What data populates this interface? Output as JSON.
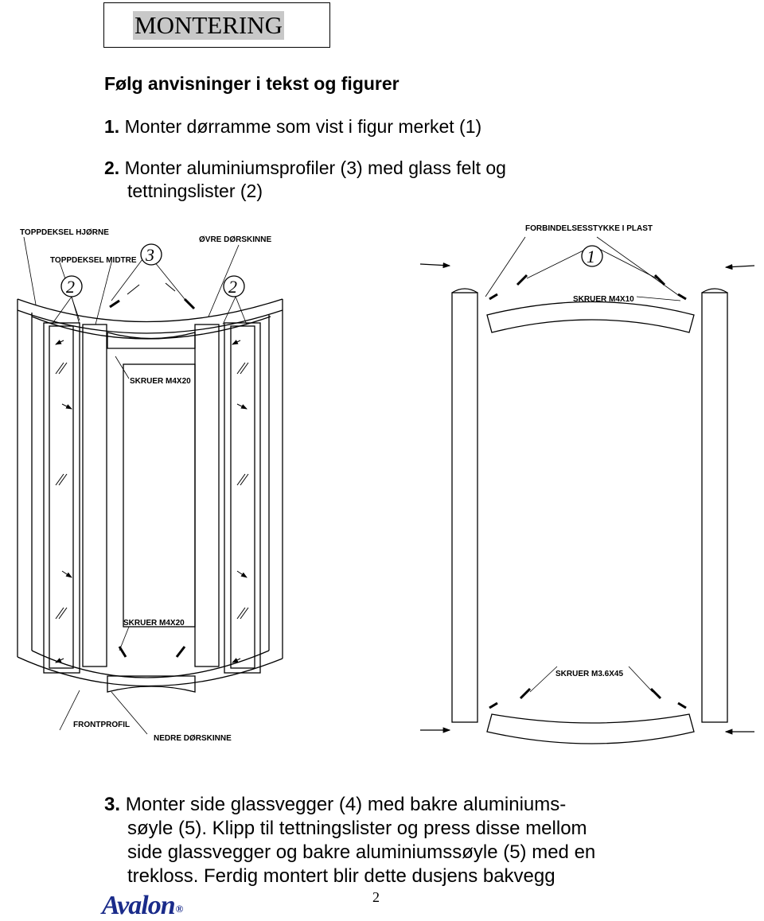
{
  "header": {
    "title": "MONTERING"
  },
  "intro": "Følg anvisninger i tekst og figurer",
  "steps": [
    {
      "num": "1.",
      "text": "Monter dørramme som vist i figur merket (1)"
    },
    {
      "num": "2.",
      "line1": "Monter aluminiumsprofiler (3) med glass felt og",
      "line2": "tettningslister (2)"
    },
    {
      "num": "3.",
      "line1": "Monter side glassvegger (4) med bakre aluminiums-",
      "line2": "søyle (5). Klipp til tettningslister og press disse mellom",
      "line3": "side glassvegger og bakre aluminiumssøyle (5) med en",
      "line4": "trekloss. Ferdig montert blir dette dusjens bakvegg"
    }
  ],
  "figure_left": {
    "labels": {
      "toppdeksel_hjorne": "TOPPDEKSEL HJØRNE",
      "toppdeksel_midtre": "TOPPDEKSEL MIDTRE",
      "ovre_dorskinne": "ØVRE DØRSKINNE",
      "skruer_top": "SKRUER  M4X20",
      "skruer_bottom": "SKRUER M4X20",
      "frontprofil": "FRONTPROFIL",
      "nedre_dorskinne": "NEDRE DØRSKINNE",
      "num_3": "3",
      "num_2a": "2",
      "num_2b": "2"
    }
  },
  "figure_right": {
    "labels": {
      "forbindelsesstykke": "FORBINDELSESSTYKKE I PLAST",
      "skruer_top": "SKRUER M4X10",
      "skruer_bottom": "SKRUER  M3.6X45",
      "num_1": "1"
    }
  },
  "footer": {
    "page_number": "2",
    "logo": "Avalon",
    "logo_mark": "®"
  },
  "colors": {
    "logo": "#1a2b8a",
    "title_highlight": "#c8c8c8"
  }
}
